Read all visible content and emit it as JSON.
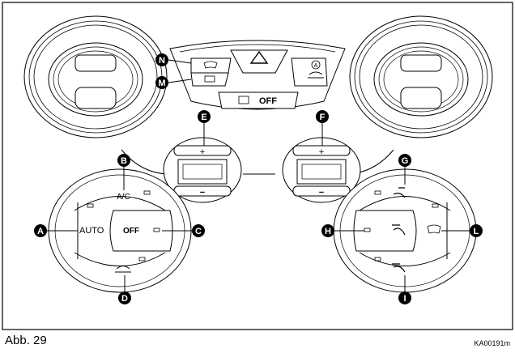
{
  "figure": {
    "caption": "Abb. 29",
    "code": "KA00191m"
  },
  "callouts": {
    "A": "A",
    "B": "B",
    "C": "C",
    "D": "D",
    "E": "E",
    "F": "F",
    "G": "G",
    "H": "H",
    "I": "I",
    "L": "L",
    "M": "M",
    "N": "N"
  },
  "controls": {
    "auto_label": "AUTO",
    "ac_label": "A/C",
    "off_label": "OFF",
    "recirc_off_label": "OFF",
    "plus": "+",
    "minus": "−",
    "recirc_auto_label": "A"
  },
  "icons": {
    "hazard": "hazard-triangle-icon",
    "recirculation": "car-recirculation-icon",
    "windshield_defrost": "windshield-defrost-icon",
    "rear_defrost": "rear-window-defrost-icon",
    "air_distribution": "air-distribution-icon",
    "fan": "fan-icon"
  }
}
